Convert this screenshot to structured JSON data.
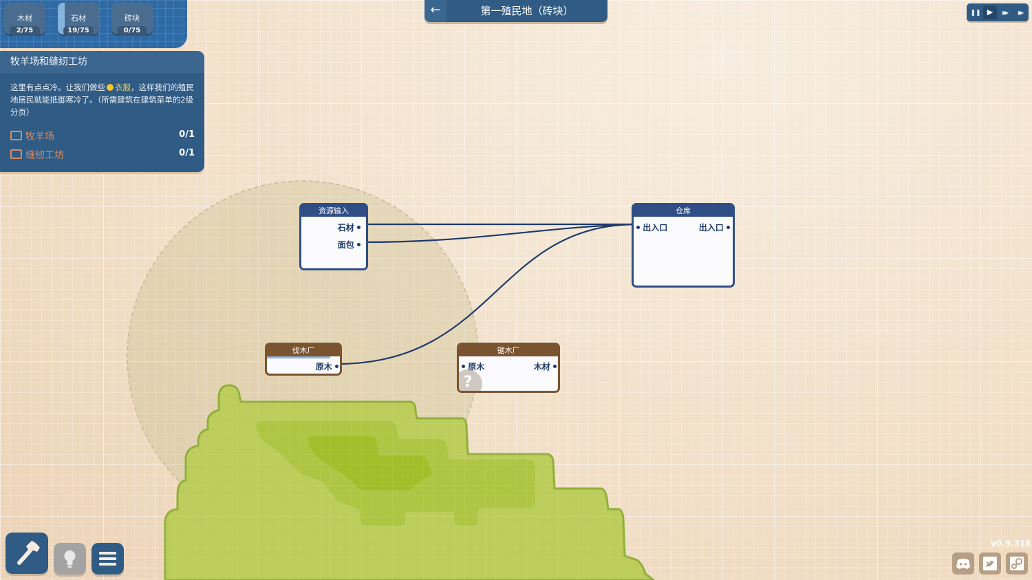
{
  "resources": [
    {
      "name": "木材",
      "count": "2/75"
    },
    {
      "name": "石材",
      "count": "19/75"
    },
    {
      "name": "砖块",
      "count": "0/75"
    }
  ],
  "quest": {
    "title": "牧羊场和缝纫工坊",
    "desc_part1": "这里有点点冷。让我们做些",
    "highlight": "衣服",
    "desc_part2": "，这样我们的殖民地居民就能抵御寒冷了。（所需建筑在建筑菜单的2级分页）",
    "tasks": [
      {
        "label": "牧羊场",
        "count": "0/1"
      },
      {
        "label": "缝纫工坊",
        "count": "0/1"
      }
    ]
  },
  "header": {
    "back_icon": "←",
    "title": "第一殖民地（砖块）"
  },
  "speed_controls": {
    "pause": "❚❚",
    "play": "▶",
    "fast": "▶▶",
    "fastest": "▶▶"
  },
  "nodes": {
    "resource_input": {
      "title": "资源输入",
      "ports": [
        "石材",
        "面包"
      ]
    },
    "warehouse": {
      "title": "仓库",
      "in": "出入口",
      "out": "出入口"
    },
    "logging_camp": {
      "title": "伐木厂",
      "out": "原木"
    },
    "sawmill": {
      "title": "锯木厂",
      "in": "原木",
      "out": "木材",
      "status_icon": "?"
    }
  },
  "toolbar": {
    "build_icon": "hammer",
    "hint_icon": "lightbulb",
    "menu_icon": "menu"
  },
  "footer": {
    "version": "v0.9.318"
  },
  "colors": {
    "panel_blue": "#2f5b84",
    "node_blue": "#2f4e86",
    "node_brown": "#7a5430",
    "link": "#1d3a6a",
    "grass": "#b9cc5a",
    "highlight": "#f3cd4e"
  }
}
